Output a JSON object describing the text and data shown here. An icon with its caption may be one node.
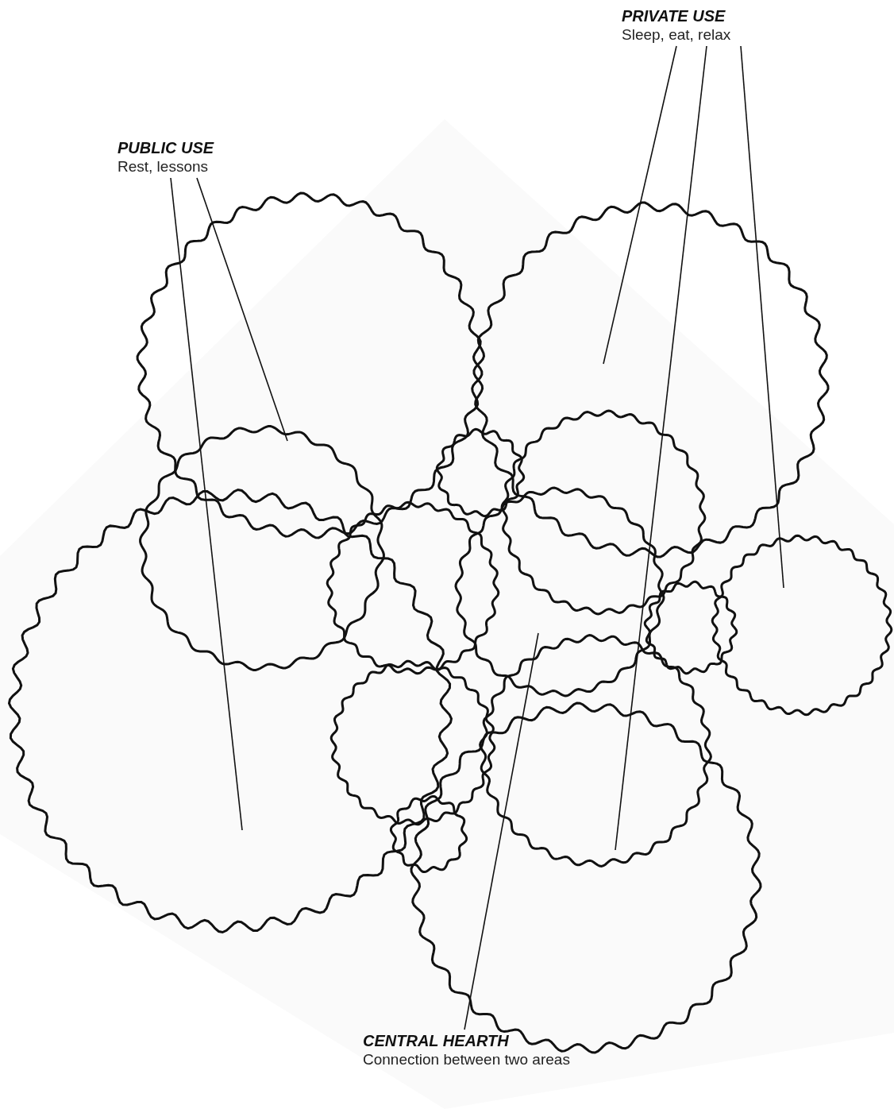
{
  "diagram": {
    "nodes": [
      {
        "text": [
          "PUBLIC USE",
          "Rest, lessons"
        ]
      },
      {
        "text": [
          "PRIVATE USE",
          "Sleep, eat, relax"
        ]
      },
      {
        "text": [
          "CENTRAL HEARTH",
          "Connection between two areas"
        ]
      },
      {
        "text": [],
        "shape": "circle"
      },
      {
        "text": [],
        "shape": "circle"
      },
      {
        "text": [],
        "shape": "circle"
      },
      {
        "text": [],
        "shape": "circle"
      },
      {
        "text": [],
        "shape": "circle"
      },
      {
        "text": [],
        "shape": "circle"
      }
    ],
    "edges": [
      {
        "from": 0,
        "to": 3,
        "arrow": "none"
      },
      {
        "from": 0,
        "to": 4,
        "arrow": "none"
      },
      {
        "from": 1,
        "to": 5,
        "arrow": "none"
      },
      {
        "from": 1,
        "to": 6,
        "arrow": "none"
      },
      {
        "from": 1,
        "to": 7,
        "arrow": "none"
      },
      {
        "from": 2,
        "to": 8,
        "arrow": "none"
      }
    ]
  }
}
